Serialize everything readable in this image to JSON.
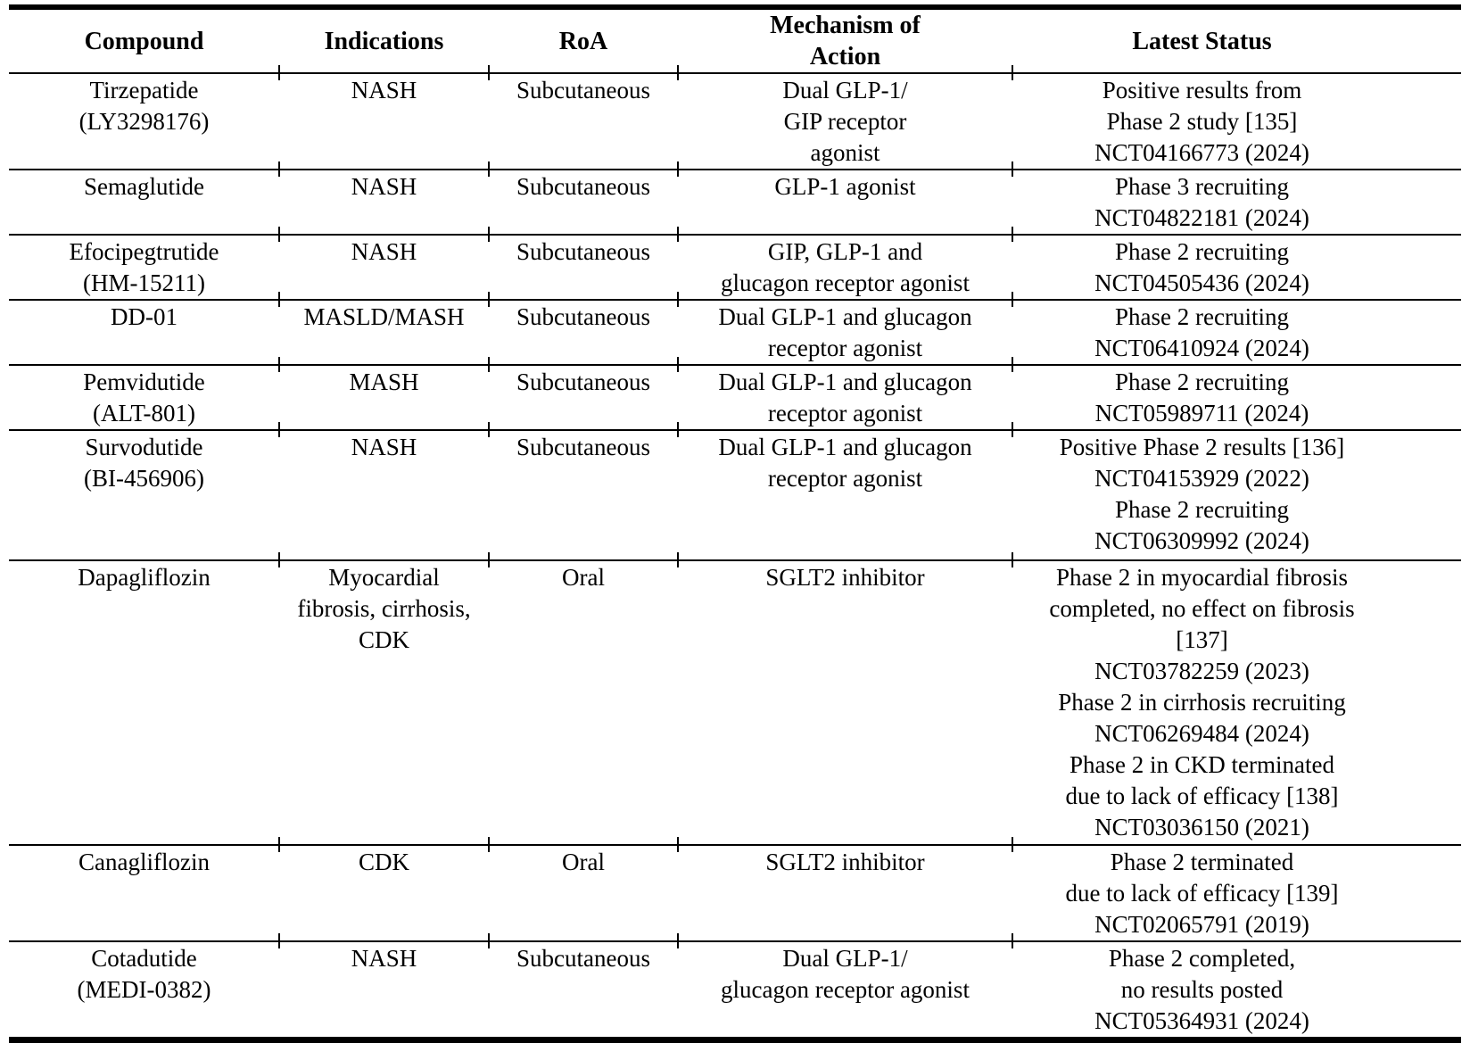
{
  "header": {
    "columns": [
      "Compound",
      "Indications",
      "RoA",
      "Mechanism of\nAction",
      "Latest Status"
    ]
  },
  "rows": [
    {
      "compound": "Tirzepatide\n(LY3298176)",
      "indications": "NASH",
      "roa": "Subcutaneous",
      "mechanism": "Dual GLP-1/\nGIP receptor\nagonist",
      "status": "Positive results from\nPhase 2 study [135]\nNCT04166773 (2024)"
    },
    {
      "compound": "Semaglutide",
      "indications": "NASH",
      "roa": "Subcutaneous",
      "mechanism": "GLP-1 agonist",
      "status": "Phase 3 recruiting\nNCT04822181 (2024)"
    },
    {
      "compound": "Efocipegtrutide\n(HM-15211)",
      "indications": "NASH",
      "roa": "Subcutaneous",
      "mechanism": "GIP, GLP-1 and\nglucagon receptor agonist",
      "status": "Phase 2 recruiting\nNCT04505436 (2024)"
    },
    {
      "compound": "DD-01",
      "indications": "MASLD/MASH",
      "roa": "Subcutaneous",
      "mechanism": "Dual GLP-1 and glucagon\nreceptor agonist",
      "status": "Phase 2 recruiting\nNCT06410924 (2024)"
    },
    {
      "compound": "Pemvidutide\n(ALT-801)",
      "indications": "MASH",
      "roa": "Subcutaneous",
      "mechanism": "Dual GLP-1 and glucagon\nreceptor agonist",
      "status": "Phase 2 recruiting\nNCT05989711 (2024)"
    },
    {
      "compound": "Survodutide\n(BI-456906)",
      "indications": "NASH",
      "roa": "Subcutaneous",
      "mechanism": "Dual GLP-1 and glucagon\nreceptor agonist",
      "status": "Positive Phase 2 results [136]\nNCT04153929 (2022)\nPhase 2 recruiting\nNCT06309992 (2024)"
    },
    {
      "compound": "Dapagliflozin",
      "indications": "Myocardial\nfibrosis, cirrhosis,\nCDK",
      "roa": "Oral",
      "mechanism": "SGLT2 inhibitor",
      "status": "Phase 2 in myocardial fibrosis\ncompleted, no effect on fibrosis\n[137]\nNCT03782259 (2023)\nPhase 2 in cirrhosis recruiting\nNCT06269484 (2024)\nPhase 2 in CKD terminated\ndue to lack of efficacy [138]\nNCT03036150 (2021)"
    },
    {
      "compound": "Canagliflozin",
      "indications": "CDK",
      "roa": "Oral",
      "mechanism": "SGLT2 inhibitor",
      "status": "Phase 2 terminated\ndue to lack of efficacy [139]\nNCT02065791 (2019)"
    },
    {
      "compound": "Cotadutide\n(MEDI-0382)",
      "indications": "NASH",
      "roa": "Subcutaneous",
      "mechanism": "Dual GLP-1/\nglucagon receptor agonist",
      "status": "Phase 2 completed,\nno results posted\nNCT05364931 (2024)"
    }
  ]
}
